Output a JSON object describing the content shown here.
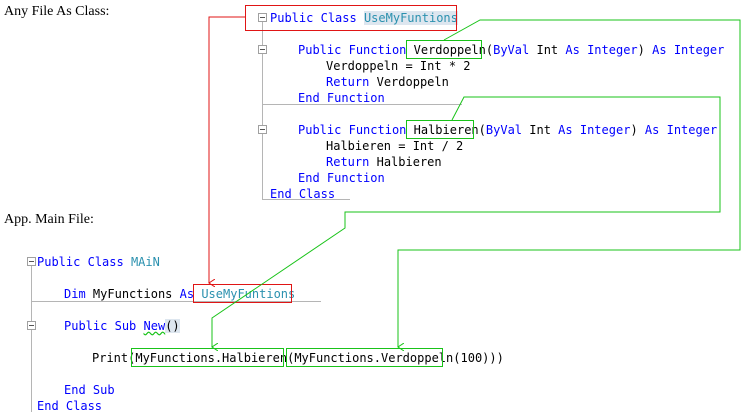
{
  "labels": {
    "top": "Any File As Class:",
    "bottom": "App. Main File:"
  },
  "class_file": {
    "keywords": {
      "public": "Public",
      "class": "Class",
      "function": "Function",
      "byval": "ByVal",
      "as": "As",
      "integer": "Integer",
      "return": "Return",
      "end": "End"
    },
    "class_name": "UseMyFuntions",
    "func1_name": "Verdoppeln",
    "func1_param": "Int",
    "func1_body": "Verdoppeln = Int * 2",
    "func1_return": "Verdoppeln",
    "func2_name": "Halbieren",
    "func2_param": "Int",
    "func2_body": "Halbieren = Int / 2",
    "func2_return": "Halbieren"
  },
  "main_file": {
    "class_name": "MAiN",
    "dim_kw": "Dim",
    "var_name": "MyFunctions",
    "as_kw": "As",
    "type_name": "UseMyFuntions",
    "sub_kw": "Sub",
    "sub_name": "New",
    "parens": "()",
    "print_kw": "Print",
    "call_halbieren": "MyFunctions.Halbieren",
    "call_verdoppeln": "MyFunctions.Verdoppeln",
    "arg": "(100)))",
    "end_sub": "End Sub",
    "end_class": "End Class"
  },
  "colors": {
    "keyword": "#0000ff",
    "type": "#2b91af",
    "red_box": "#e01515",
    "green_box": "#19c319"
  }
}
